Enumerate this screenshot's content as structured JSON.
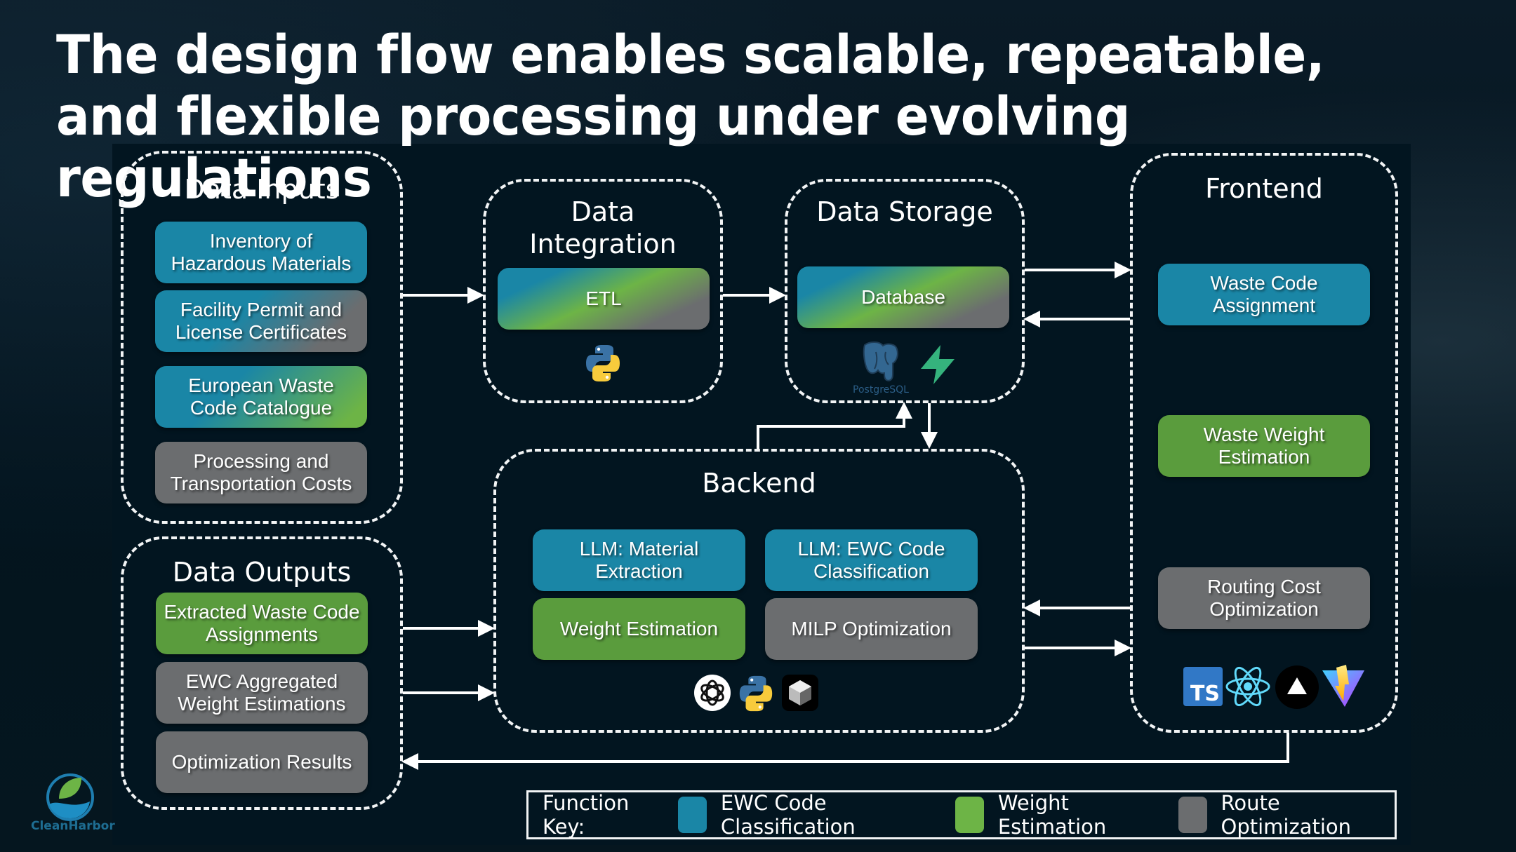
{
  "title": "The design flow enables scalable, repeatable, and flexible processing under evolving regulations",
  "colors": {
    "ewc_blue": "#1a86a6",
    "weight_green": "#5a9c3d",
    "route_gray": "#6b6d6f",
    "background": "#031520"
  },
  "groups": {
    "data_inputs": {
      "title": "Data Inputs",
      "items": [
        {
          "label": "Inventory of Hazardous Materials",
          "function": "EWC Code Classification"
        },
        {
          "label": "Facility Permit and License Certificates",
          "function": "EWC Code Classification / Route Optimization"
        },
        {
          "label": "European Waste Code Catalogue",
          "function": "EWC Code Classification / Weight Estimation"
        },
        {
          "label": "Processing and Transportation Costs",
          "function": "Route Optimization"
        }
      ]
    },
    "data_outputs": {
      "title": "Data Outputs",
      "items": [
        {
          "label": "Extracted Waste Code Assignments",
          "function": "Weight Estimation"
        },
        {
          "label": "EWC Aggregated Weight Estimations",
          "function": "Route Optimization"
        },
        {
          "label": "Optimization Results",
          "function": "Route Optimization"
        }
      ]
    },
    "data_integration": {
      "title": "Data Integration",
      "items": [
        {
          "label": "ETL",
          "function": "All"
        }
      ],
      "icons": [
        "python-icon"
      ]
    },
    "data_storage": {
      "title": "Data Storage",
      "items": [
        {
          "label": "Database",
          "function": "All"
        }
      ],
      "icons": [
        "postgresql-icon",
        "supabase-icon"
      ],
      "postgres_label": "PostgreSQL"
    },
    "backend": {
      "title": "Backend",
      "items": [
        {
          "label": "LLM: Material Extraction",
          "function": "EWC Code Classification"
        },
        {
          "label": "LLM: EWC Code Classification",
          "function": "EWC Code Classification"
        },
        {
          "label": "Weight Estimation",
          "function": "Weight Estimation"
        },
        {
          "label": "MILP Optimization",
          "function": "Route Optimization"
        }
      ],
      "icons": [
        "openai-icon",
        "python-icon",
        "gurobi-icon"
      ]
    },
    "frontend": {
      "title": "Frontend",
      "items": [
        {
          "label": "Waste Code Assignment",
          "function": "EWC Code Classification"
        },
        {
          "label": "Waste Weight Estimation",
          "function": "Weight Estimation"
        },
        {
          "label": "Routing Cost Optimization",
          "function": "Route Optimization"
        }
      ],
      "icons": [
        "typescript-icon",
        "react-icon",
        "vercel-icon",
        "vite-icon"
      ],
      "ts_label": "TS"
    }
  },
  "function_key": {
    "label": "Function Key:",
    "entries": [
      {
        "label": "EWC Code Classification",
        "color": "#1a86a6"
      },
      {
        "label": "Weight Estimation",
        "color": "#6db446"
      },
      {
        "label": "Route Optimization",
        "color": "#6b6d6f"
      }
    ]
  },
  "logo": {
    "text": "CleanHarbor"
  }
}
